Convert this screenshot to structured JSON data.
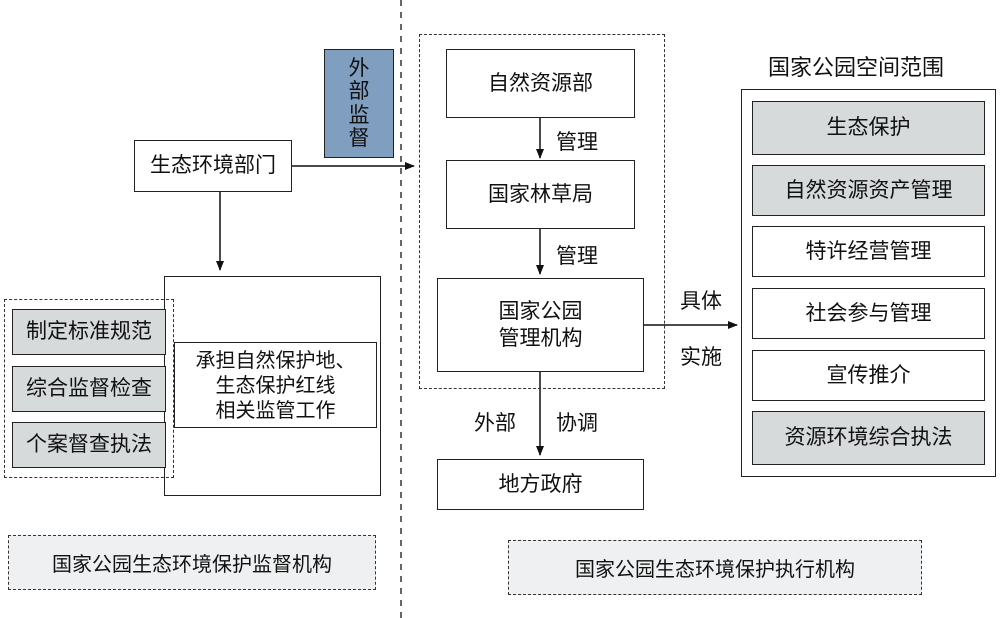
{
  "left": {
    "eco_dept": "生态环境部门",
    "external_supervision": "外\n部\n监\n督",
    "task": "承担自然保护地、\n生态保护红线\n相关监管工作",
    "functions": [
      "制定标准规范",
      "综合监督检查",
      "个案督查执法"
    ],
    "caption": "国家公园生态环境保护监督机构"
  },
  "middle": {
    "ministry": "自然资源部",
    "forestry_bureau": "国家林草局",
    "park_agency": "国家公园\n管理机构",
    "manage_label_1": "管理",
    "manage_label_2": "管理",
    "external_label": "外部",
    "coordinate_label": "协调",
    "local_gov": "地方政府",
    "caption": "国家公园生态环境保护执行机构"
  },
  "right": {
    "title": "国家公园空间范围",
    "implement_label_1": "具体",
    "implement_label_2": "实施",
    "items": [
      {
        "label": "生态保护",
        "highlight": true
      },
      {
        "label": "自然资源资产管理",
        "highlight": true
      },
      {
        "label": "特许经营管理",
        "highlight": false
      },
      {
        "label": "社会参与管理",
        "highlight": false
      },
      {
        "label": "宣传推介",
        "highlight": false
      },
      {
        "label": "资源环境综合执法",
        "highlight": true
      }
    ]
  },
  "colors": {
    "external_supervision_fill": "#7f9ec0",
    "highlight_fill": "#d6dadb",
    "caption_fill": "#eef0f1"
  }
}
